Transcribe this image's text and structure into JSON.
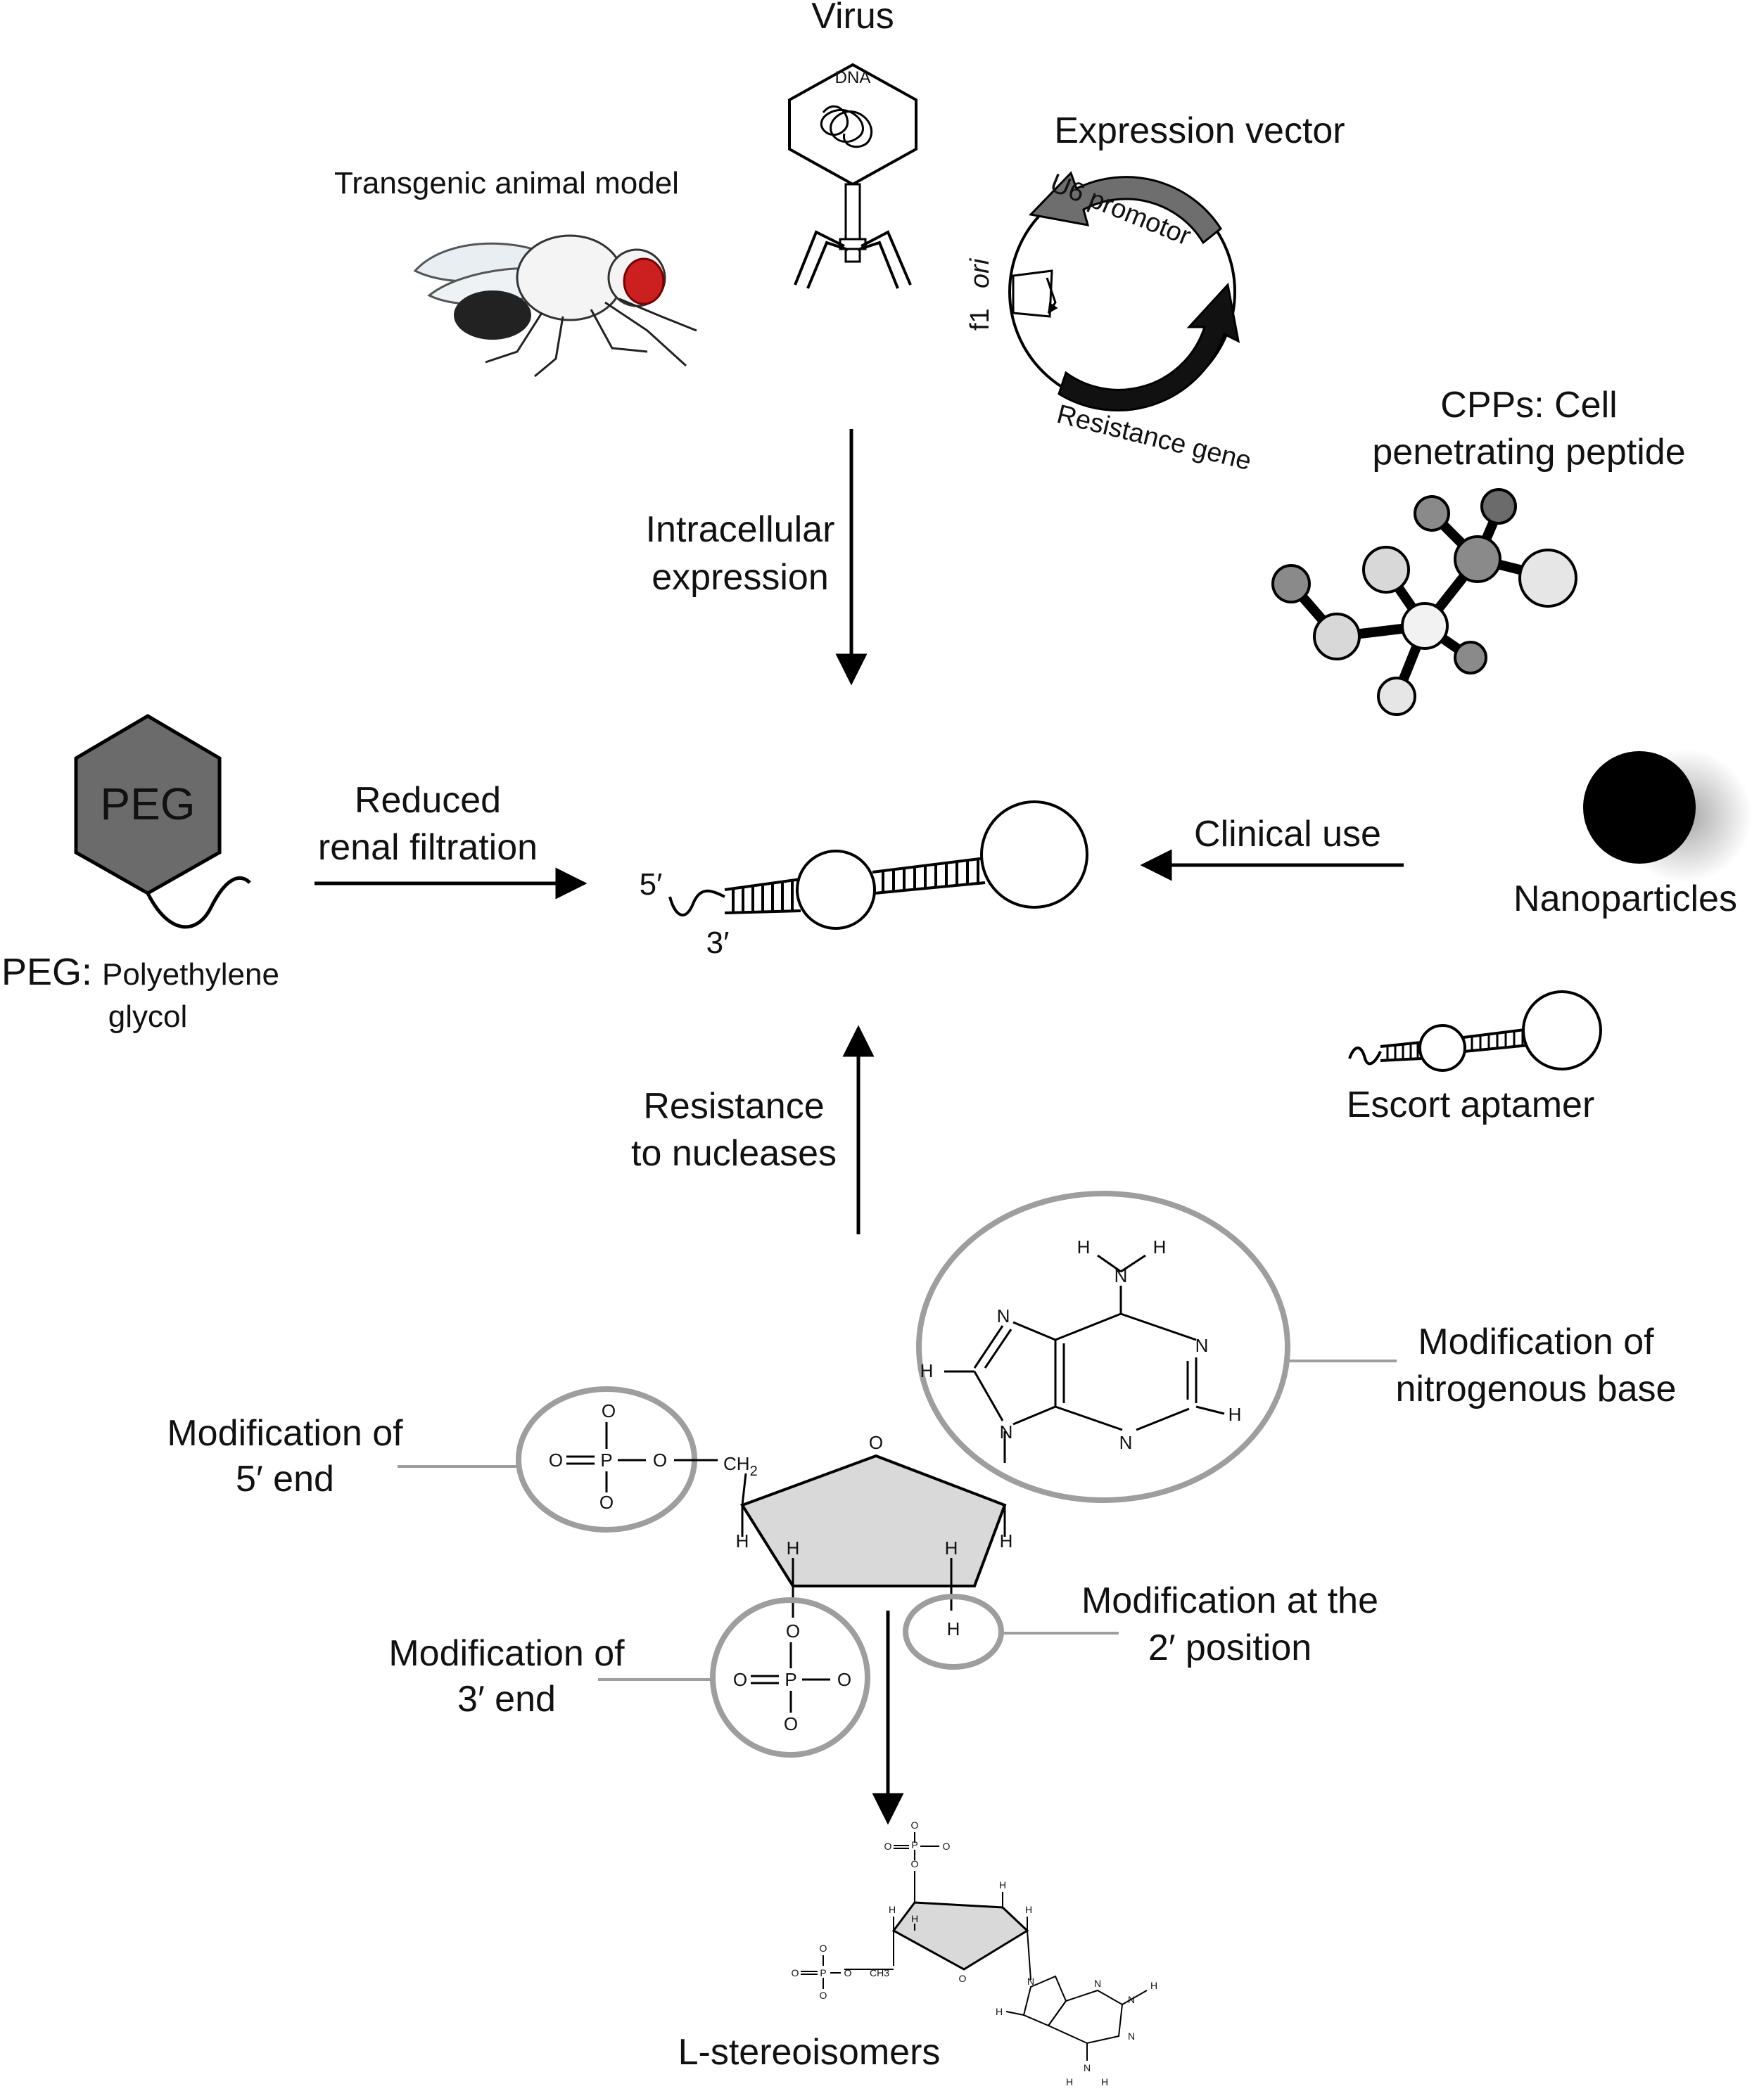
{
  "labels": {
    "virus": "Virus",
    "dna": "DNA",
    "expression_vector": "Expression vector",
    "u6_promotor": "U6 promotor",
    "f1_ori_a": "f1",
    "f1_ori_b": "ori",
    "resistance_gene": "Resistance gene",
    "transgenic": "Transgenic animal model",
    "cpps_line1": "CPPs: Cell",
    "cpps_line2": "penetrating peptide",
    "intracellular_line1": "Intracellular",
    "intracellular_line2": "expression",
    "peg_inner": "PEG",
    "peg_caption_a": "PEG:",
    "peg_caption_b": "Polyethylene",
    "peg_caption_c": "glycol",
    "reduced_line1": "Reduced",
    "reduced_line2": "renal filtration",
    "five_prime": "5′",
    "three_prime": "3′",
    "clinical_use": "Clinical use",
    "nanoparticles": "Nanoparticles",
    "escort_aptamer": "Escort aptamer",
    "resistance_line1": "Resistance",
    "resistance_line2": "to nucleases",
    "mod_base_line1": "Modification of",
    "mod_base_line2": "nitrogenous base",
    "mod_5_line1": "Modification of",
    "mod_5_line2": "5′ end",
    "mod_2_line1": "Modification at the",
    "mod_2_line2": "2′ position",
    "mod_3_line1": "Modification of",
    "mod_3_line2": "3′ end",
    "l_stereo": "L-stereoisomers"
  },
  "chem": {
    "H": "H",
    "N": "N",
    "O": "O",
    "P": "P",
    "CH2": "CH",
    "sub2": "2",
    "CH3": "CH3"
  },
  "colors": {
    "peg_fill": "#6b6b6b",
    "fly_eye": "#cc1f1f",
    "sugar_fill": "#d9d9d9",
    "highlight_ring": "#9e9e9e",
    "nanoparticle": "#000000"
  }
}
